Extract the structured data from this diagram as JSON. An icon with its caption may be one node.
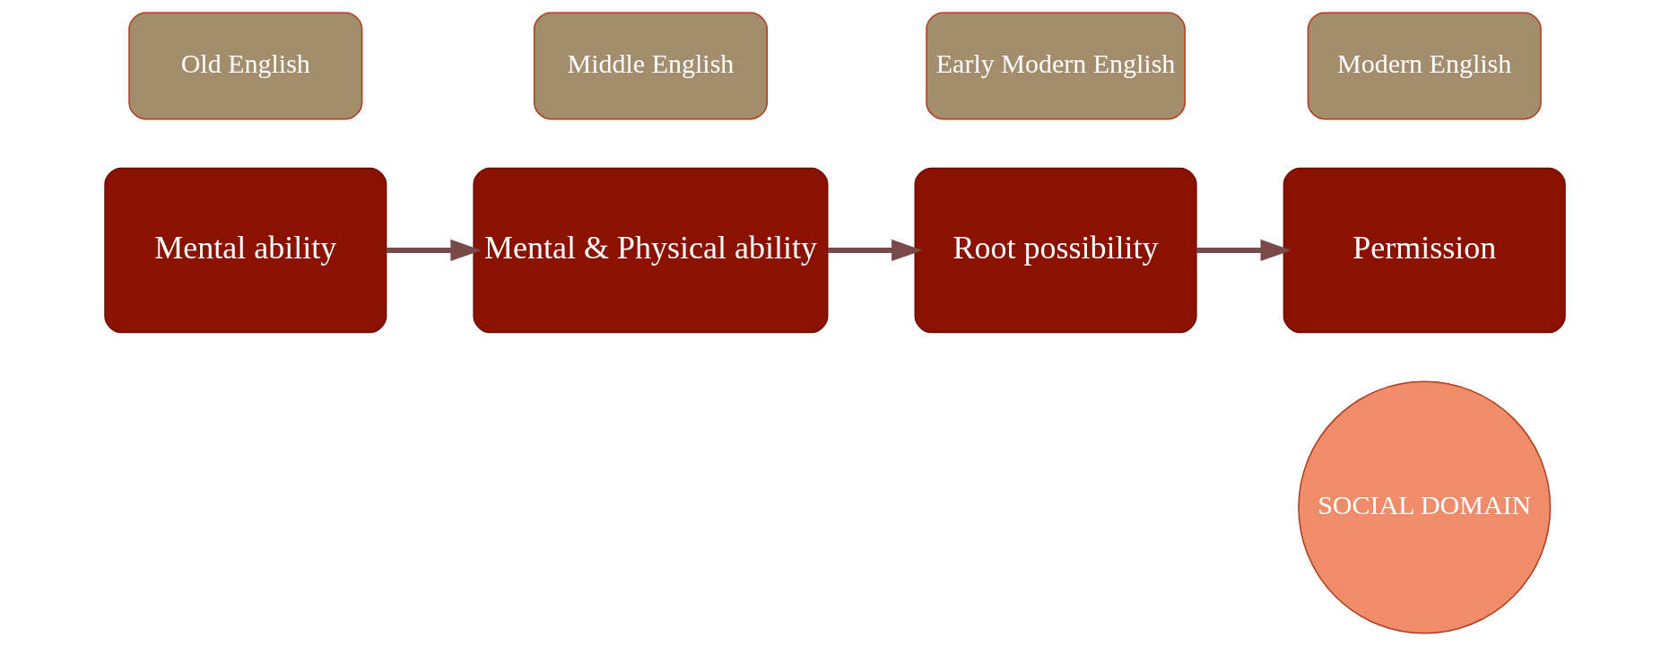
{
  "diagram": {
    "nodes": [
      {
        "text": [
          "Old English"
        ]
      },
      {
        "text": [
          "Middle English"
        ]
      },
      {
        "text": [
          "Early Modern English"
        ]
      },
      {
        "text": [
          "Modern English"
        ]
      },
      {
        "text": [
          "Mental ability"
        ]
      },
      {
        "text": [
          "Mental & Physical ability"
        ]
      },
      {
        "text": [
          "Root possibility"
        ]
      },
      {
        "text": [
          "Permission"
        ]
      },
      {
        "text": [
          "SOCIAL DOMAIN"
        ]
      }
    ],
    "edges": [
      {
        "from": 4,
        "to": 5,
        "arrow": "to"
      },
      {
        "from": 5,
        "to": 6,
        "arrow": "to"
      },
      {
        "from": 6,
        "to": 7,
        "arrow": "to"
      }
    ]
  }
}
